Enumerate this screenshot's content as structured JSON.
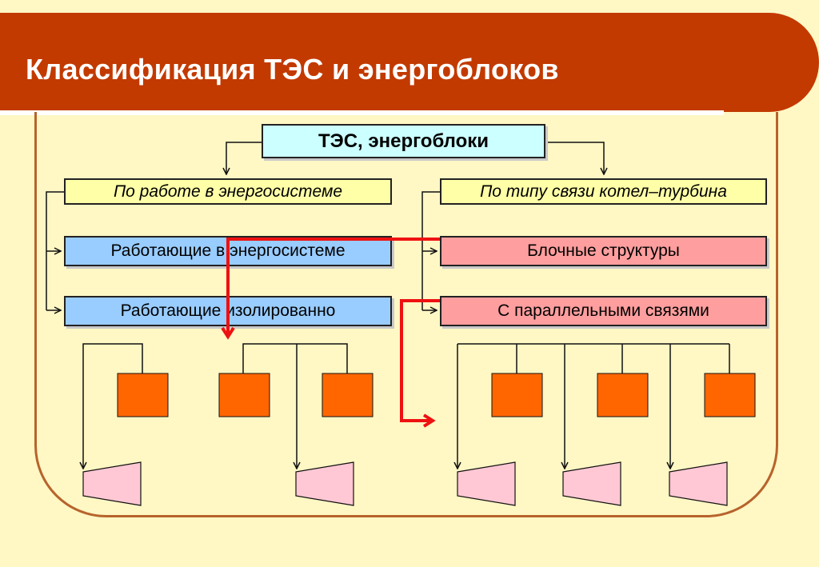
{
  "slide": {
    "title": "Классификация ТЭС и энергоблоков"
  },
  "tree": {
    "root": "ТЭС, энергоблоки",
    "left_category": "По работе в энергосистеме",
    "right_category": "По типу связи котел–турбина",
    "left_items": [
      "Работающие в энергосистеме",
      "Работающие изолированно"
    ],
    "right_items": [
      "Блочные структуры",
      "С параллельными связями"
    ]
  },
  "colors": {
    "header": "#c23a00",
    "background": "#fff7c4",
    "root_box": "#ccffff",
    "category_box": "#ffffa8",
    "left_items": "#99ccff",
    "right_items": "#ff9e9e",
    "boiler": "#ff6600",
    "turbine": "#ffc8d4",
    "highlight_arrow": "#ee1111"
  }
}
